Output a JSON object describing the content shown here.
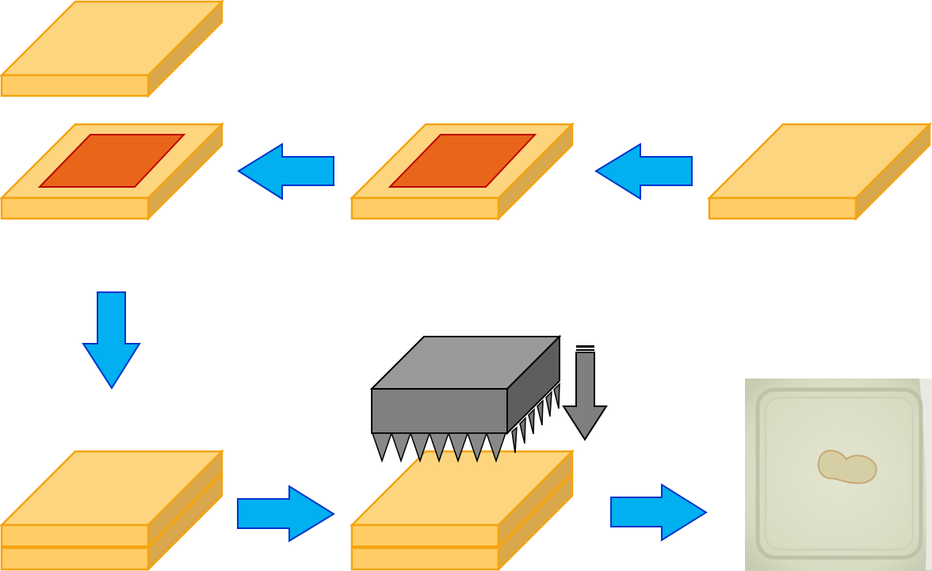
{
  "diagram": {
    "steps": [
      {
        "id": "top-sheet",
        "kind": "plain-sheet"
      },
      {
        "id": "filled-sheet-left",
        "kind": "sheet-with-filling"
      },
      {
        "id": "filled-sheet-middle",
        "kind": "sheet-with-filling"
      },
      {
        "id": "plain-sheet-right",
        "kind": "plain-sheet"
      },
      {
        "id": "stacked-sheets-left",
        "kind": "double-layer-stack"
      },
      {
        "id": "stacked-sheets-press",
        "kind": "double-layer-stack-under-press"
      },
      {
        "id": "finished-product-photo",
        "kind": "photo"
      }
    ],
    "arrows": [
      {
        "id": "arrow-right-to-middle",
        "direction": "left",
        "icon": "arrow-left-icon"
      },
      {
        "id": "arrow-middle-to-left",
        "direction": "left",
        "icon": "arrow-left-icon"
      },
      {
        "id": "arrow-down",
        "direction": "down",
        "icon": "arrow-down-icon"
      },
      {
        "id": "arrow-stack-to-press",
        "direction": "right",
        "icon": "arrow-right-icon"
      },
      {
        "id": "arrow-press-to-photo",
        "direction": "right",
        "icon": "arrow-right-icon"
      },
      {
        "id": "press-arrow",
        "direction": "down",
        "icon": "press-down-arrow-icon"
      }
    ],
    "colors": {
      "sheet_top": "#FDD57F",
      "sheet_front": "#FFCC66",
      "sheet_side": "#D9A84C",
      "sheet_stroke": "#F4A410",
      "filling": "#E8651A",
      "filling_stroke": "#C00000",
      "arrow_fill": "#00B0F0",
      "arrow_stroke": "#0033CC",
      "press_top": "#9A9A9A",
      "press_front": "#808080",
      "press_side": "#5E5E5E",
      "press_arrow": "#7F7F7F",
      "photo_base": "#DCDCC8"
    }
  }
}
